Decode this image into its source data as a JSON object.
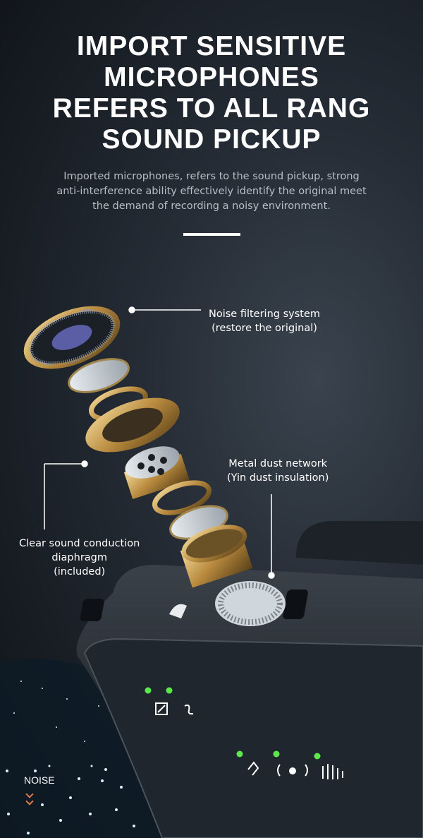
{
  "headline": [
    "IMPORT SENSITIVE",
    "MICROPHONES",
    "REFERS TO ALL RANG",
    "SOUND PICKUP"
  ],
  "subtitle": [
    "Imported microphones, refers to the sound pickup, strong",
    "anti-interference ability effectively identify the original meet",
    "the demand of recording a noisy environment."
  ],
  "callouts": {
    "noise_filter": [
      "Noise filtering system",
      "(restore the original)"
    ],
    "metal_dust": [
      "Metal dust network",
      "(Yin dust insulation)"
    ],
    "diaphragm": [
      "Clear sound conduction",
      "diaphragm",
      "(included)"
    ]
  },
  "noise_label": "NOISE",
  "colors": {
    "led": "#5be84a",
    "accent": "#e07b4a",
    "gold": "#c9a25a"
  }
}
